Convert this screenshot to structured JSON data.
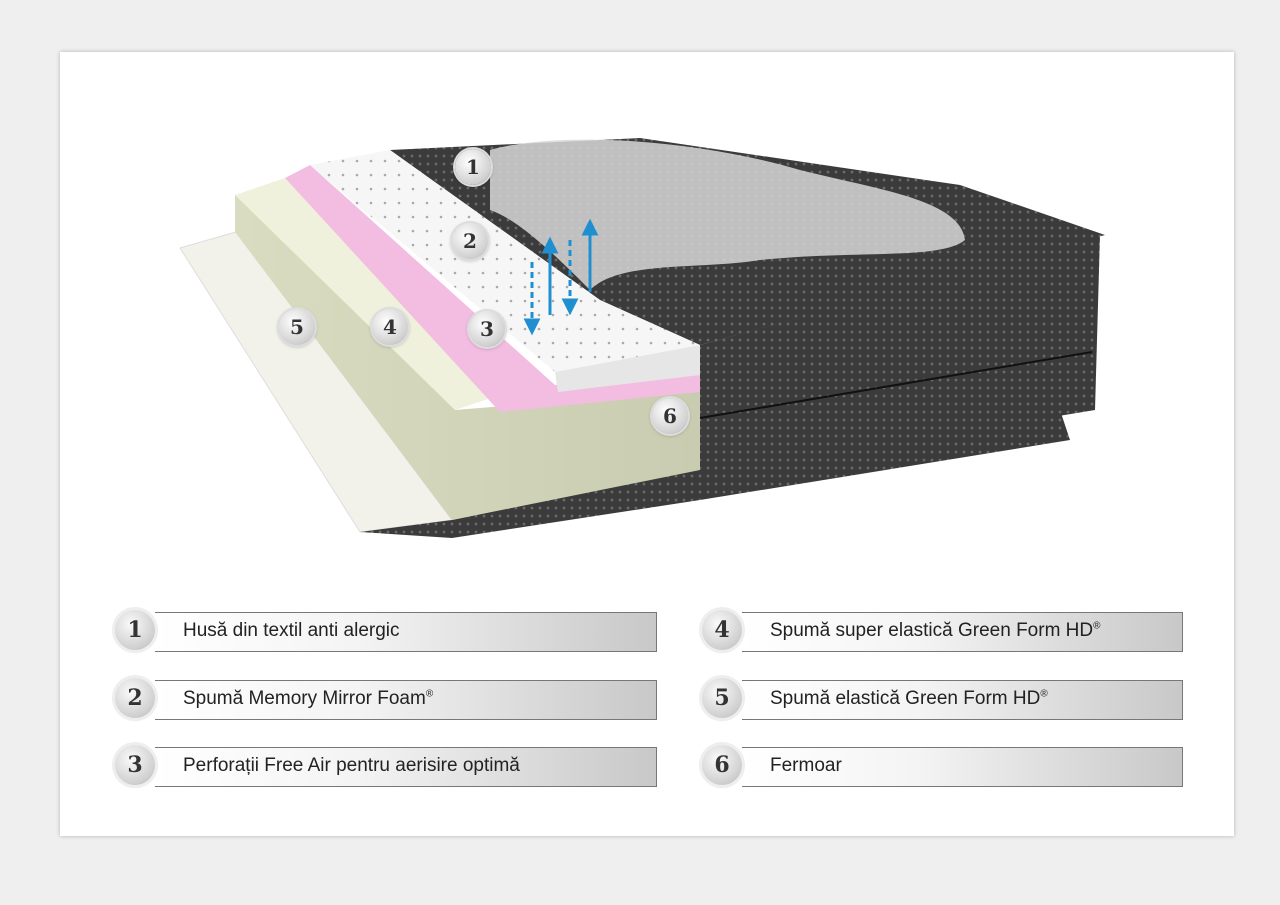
{
  "diagram_badges": [
    "1",
    "2",
    "3",
    "4",
    "5",
    "6"
  ],
  "legend": [
    {
      "number": "1",
      "text": "Husă din textil anti alergic",
      "mark": ""
    },
    {
      "number": "2",
      "text": "Spumă Memory Mirror Foam",
      "mark": "®"
    },
    {
      "number": "3",
      "text": "Perforații Free Air pentru aerisire optimă",
      "mark": ""
    },
    {
      "number": "4",
      "text": "Spumă super elastică Green Form HD",
      "mark": "®"
    },
    {
      "number": "5",
      "text": "Spumă elastică Green Form HD",
      "mark": "®"
    },
    {
      "number": "6",
      "text": "Fermoar",
      "mark": ""
    }
  ],
  "colors": {
    "cover": "#3a3a3a",
    "memory": "#f4f4f4",
    "pink": "#f2bde0",
    "green": "#e6e8cf",
    "arrow": "#1f8fd0"
  }
}
